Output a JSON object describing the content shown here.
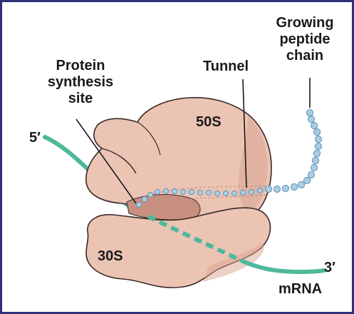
{
  "labels": {
    "large_subunit": "50S",
    "small_subunit": "30S",
    "tunnel": "Tunnel",
    "mrna": "mRNA",
    "five_prime": "5′",
    "three_prime": "3′",
    "protein_synthesis_site": [
      "Protein",
      "synthesis",
      "site"
    ],
    "growing_peptide_chain": [
      "Growing",
      "peptide",
      "chain"
    ]
  },
  "colors": {
    "ribosome_fill": "#ecc4b4",
    "ribosome_shadow": "#d9a494",
    "ribosome_outline": "#3a2a28",
    "mrna": "#4fb89b",
    "peptide_bead": "#a9cde2",
    "peptide_bead_outline": "#5f93b6",
    "frame": "#2f2f7a"
  }
}
